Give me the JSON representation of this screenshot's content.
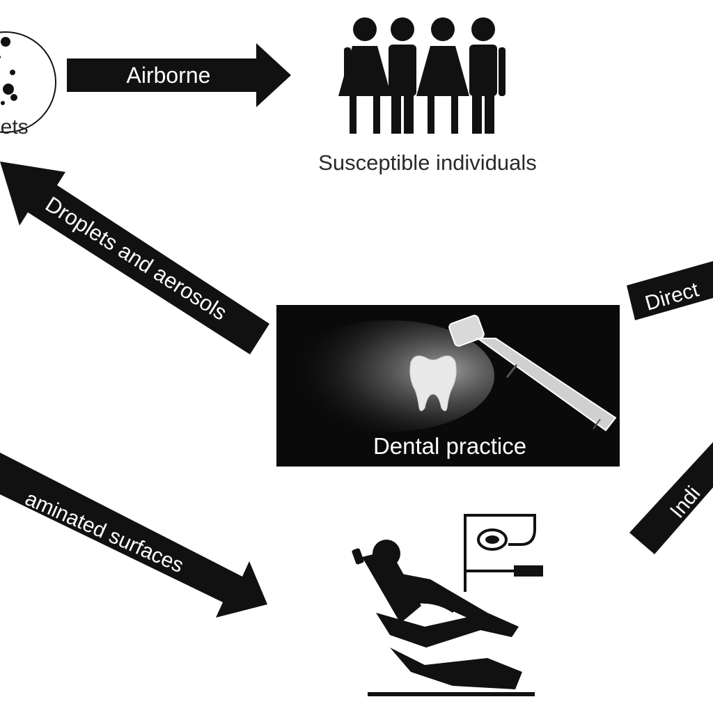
{
  "nodes": {
    "droplets_circle": {
      "label": "lets"
    },
    "susceptible": {
      "label": "Susceptible individuals"
    },
    "dental_practice": {
      "label": "Dental practice"
    },
    "dental_chair": {
      "label": ""
    }
  },
  "arrows": {
    "airborne": {
      "label": "Airborne"
    },
    "droplets_aerosols": {
      "label": "Droplets and aerosols"
    },
    "contaminated_surfaces": {
      "label": "aminated surfaces"
    },
    "direct": {
      "label": "Direct"
    },
    "indirect": {
      "label": "Indi"
    }
  },
  "colors": {
    "foreground": "#111111",
    "background": "#ffffff",
    "light_text": "#2a2a2a"
  },
  "icons": [
    "droplets-circle-icon",
    "people-icon",
    "tooth-icon",
    "handpiece-icon",
    "aerosol-spray-icon",
    "dental-chair-icon",
    "patient-icon"
  ]
}
